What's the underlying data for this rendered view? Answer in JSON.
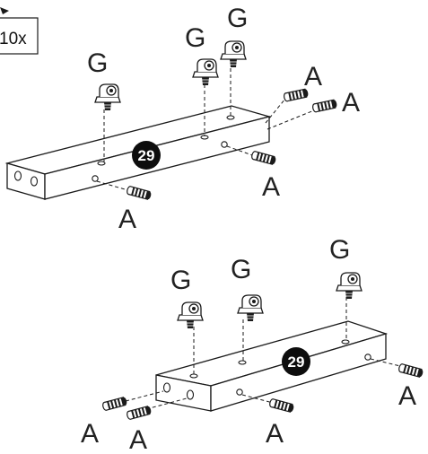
{
  "quantity": {
    "text": "10x"
  },
  "step": {
    "number": "29"
  },
  "labels": {
    "G": "G",
    "A": "A"
  },
  "colors": {
    "ink": "#1a1a1a",
    "badge": "#0d0d0d",
    "paper": "#ffffff"
  },
  "icons": {
    "cam_lock": "cam-fitting-icon",
    "dowel": "wood-dowel-icon"
  }
}
